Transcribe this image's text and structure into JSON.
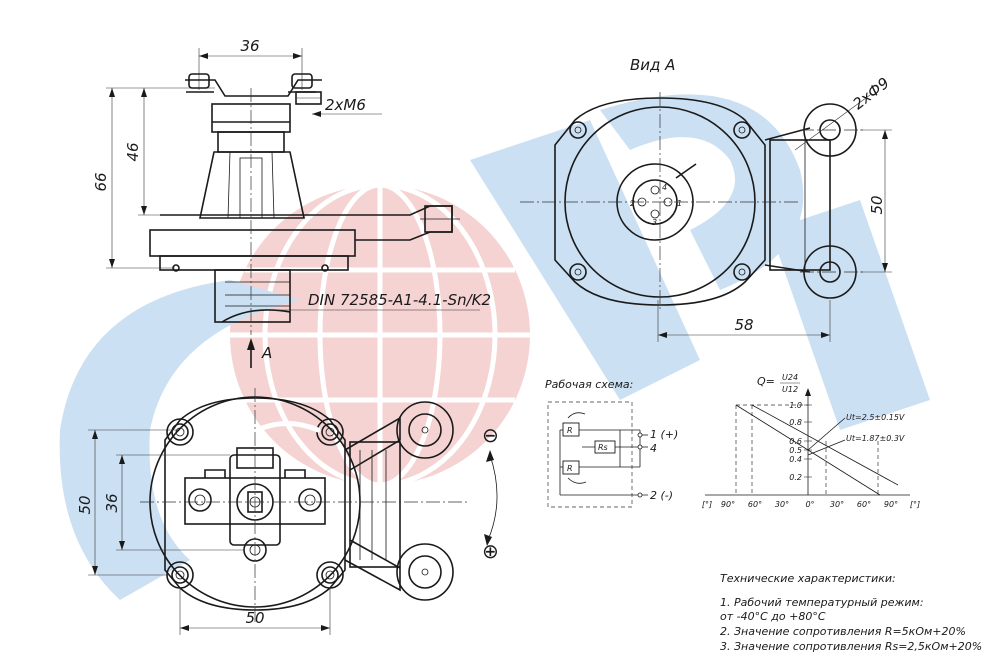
{
  "colors": {
    "line": "#1a1a1a",
    "watermark_blue": "#b9d4ef",
    "watermark_red": "#f2c6c6"
  },
  "icons": {
    "watermark": "globe-logo-watermark"
  },
  "side_view": {
    "dim_width": "36",
    "dim_height_total": "66",
    "dim_height_part": "46",
    "thread_label": "2xM6",
    "connector_label": "DIN 72585-A1-4.1-Sn/K2",
    "view_arrow_label": "A"
  },
  "view_a": {
    "title": "Вид A",
    "hole_label": "2xФ9",
    "dim_vertical": "50",
    "dim_horizontal": "58",
    "pins": [
      "1",
      "2",
      "3",
      "4"
    ]
  },
  "bottom_view": {
    "dim_outer": "50",
    "dim_inner": "36",
    "dim_bottom": "50",
    "minus_symbol": "⊖",
    "plus_symbol": "⊕"
  },
  "schematic": {
    "title": "Рабочая схема:",
    "resistor_r1": "R",
    "resistor_rs": "Rs",
    "resistor_r2": "R",
    "terminal_1": "1 (+)",
    "terminal_4": "4",
    "terminal_2": "2 (-)"
  },
  "graph": {
    "formula_lhs": "Q=",
    "formula_num": "U24",
    "formula_den": "U12",
    "y_ticks": [
      "1.0",
      "0.8",
      "0.6",
      "0.5",
      "0.4",
      "0.2"
    ],
    "x_ticks": [
      "90°",
      "60°",
      "30°",
      "0°",
      "30°",
      "60°",
      "90°"
    ],
    "unit_left": "[°]",
    "unit_right": "[°]",
    "curve1_label": "Ut=2.5±0.15V",
    "curve2_label": "Ut=1.87±0.3V"
  },
  "specs": {
    "title": "Технические характеристики:",
    "items": [
      "1. Рабочий температурный режим:",
      "от -40°C до +80°C",
      "2. Значение сопротивления R=5кОм+20%",
      "3. Значение сопротивления Rs=2,5кОм+20%"
    ]
  }
}
